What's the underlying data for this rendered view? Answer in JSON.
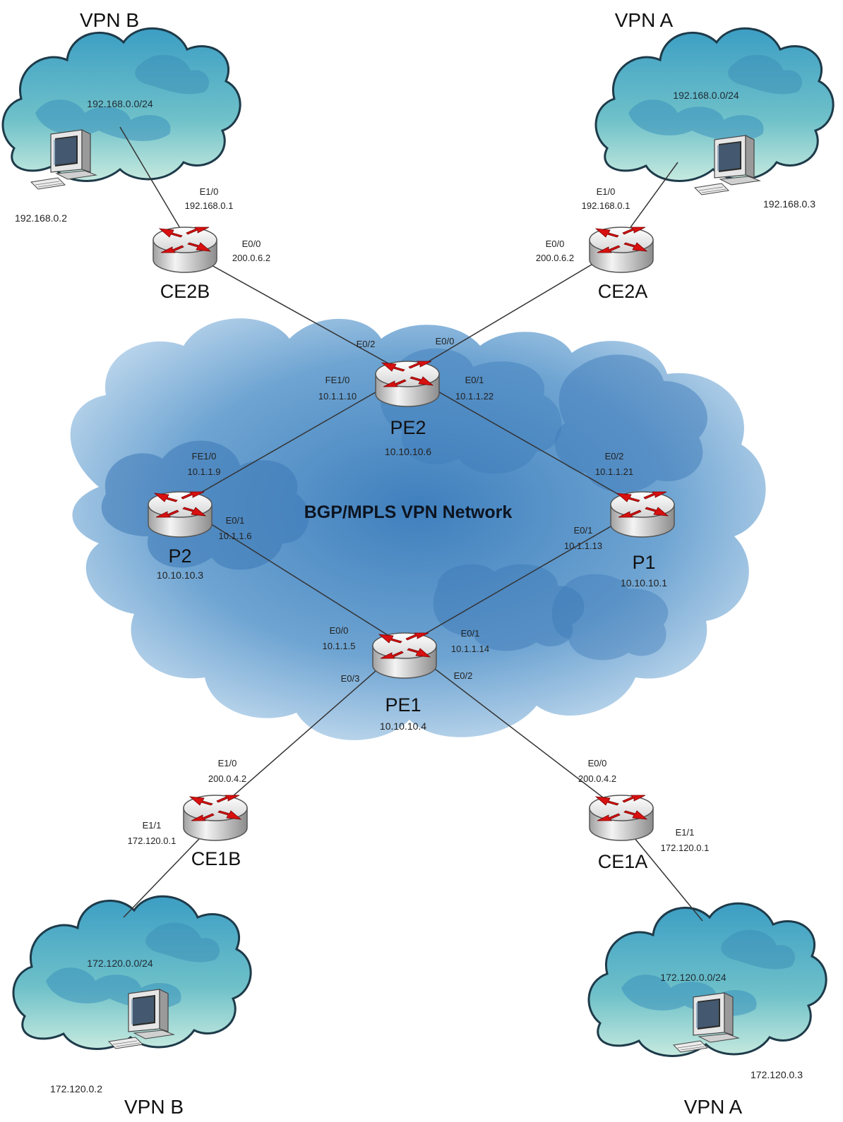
{
  "title": "BGP/MPLS VPN Network",
  "sites": {
    "top_left": {
      "vpn": "VPN B",
      "subnet": "192.168.0.0/24",
      "host_ip": "192.168.0.2"
    },
    "top_right": {
      "vpn": "VPN A",
      "subnet": "192.168.0.0/24",
      "host_ip": "192.168.0.3"
    },
    "bottom_left": {
      "vpn": "VPN B",
      "subnet": "172.120.0.0/24",
      "host_ip": "172.120.0.2"
    },
    "bottom_right": {
      "vpn": "VPN A",
      "subnet": "172.120.0.0/24",
      "host_ip": "172.120.0.3"
    }
  },
  "routers": {
    "ce2b": {
      "name": "CE2B",
      "if1_name": "E1/0",
      "if1_ip": "192.168.0.1",
      "if2_name": "E0/0",
      "if2_ip": "200.0.6.2"
    },
    "ce2a": {
      "name": "CE2A",
      "if1_name": "E1/0",
      "if1_ip": "192.168.0.1",
      "if2_name": "E0/0",
      "if2_ip": "200.0.6.2"
    },
    "pe2": {
      "name": "PE2",
      "loopback": "10.10.10.6",
      "e02": "E0/2",
      "e00": "E0/0",
      "fe10_name": "FE1/0",
      "fe10_ip": "10.1.1.10",
      "e01_name": "E0/1",
      "e01_ip": "10.1.1.22"
    },
    "p2": {
      "name": "P2",
      "loopback": "10.10.10.3",
      "fe10_name": "FE1/0",
      "fe10_ip": "10.1.1.9",
      "e01_name": "E0/1",
      "e01_ip": "10.1.1.6"
    },
    "p1": {
      "name": "P1",
      "loopback": "10.10.10.1",
      "e02_name": "E0/2",
      "e02_ip": "10.1.1.21",
      "e01_name": "E0/1",
      "e01_ip": "10.1.1.13"
    },
    "pe1": {
      "name": "PE1",
      "loopback": "10.10.10.4",
      "e00_name": "E0/0",
      "e00_ip": "10.1.1.5",
      "e01_name": "E0/1",
      "e01_ip": "10.1.1.14",
      "e03": "E0/3",
      "e02": "E0/2"
    },
    "ce1b": {
      "name": "CE1B",
      "if1_name": "E1/0",
      "if1_ip": "200.0.4.2",
      "if2_name": "E1/1",
      "if2_ip": "172.120.0.1"
    },
    "ce1a": {
      "name": "CE1A",
      "if1_name": "E0/0",
      "if1_ip": "200.0.4.2",
      "if2_name": "E1/1",
      "if2_ip": "172.120.0.1"
    }
  },
  "colors": {
    "core_cloud": "#5b93c6",
    "site_cloud": "#45a8c8",
    "router_arrow": "#d81010",
    "line": "#333333"
  }
}
